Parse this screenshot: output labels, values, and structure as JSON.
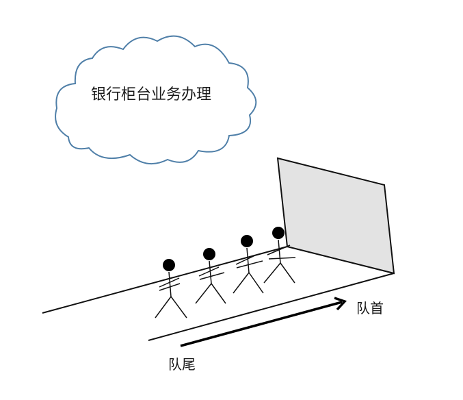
{
  "cloud": {
    "text": "银行柜台业务办理"
  },
  "labels": {
    "queue_head": "队首",
    "queue_tail": "队尾"
  },
  "people": {
    "count": 4
  },
  "colors": {
    "cloud_stroke": "#4f7fa8",
    "counter_fill": "#e3e3e3",
    "line": "#111111",
    "person": "#000000"
  }
}
